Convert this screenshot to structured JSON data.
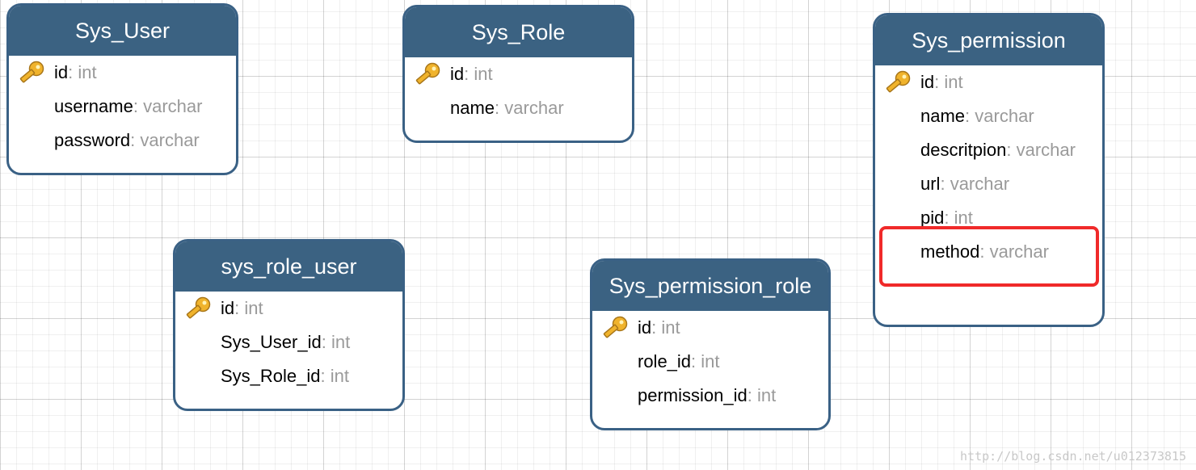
{
  "tables": {
    "sys_user": {
      "title": "Sys_User",
      "fields": [
        {
          "name": "id",
          "sep": ": ",
          "type": "int",
          "pk": true
        },
        {
          "name": "username",
          "sep": ": ",
          "type": "varchar",
          "pk": false
        },
        {
          "name": "password",
          "sep": ": ",
          "type": "varchar",
          "pk": false
        }
      ]
    },
    "sys_role": {
      "title": "Sys_Role",
      "fields": [
        {
          "name": "id",
          "sep": ": ",
          "type": "int",
          "pk": true
        },
        {
          "name": "name",
          "sep": ": ",
          "type": "varchar",
          "pk": false
        }
      ]
    },
    "sys_permission": {
      "title": "Sys_permission",
      "fields": [
        {
          "name": "id",
          "sep": ": ",
          "type": "int",
          "pk": true
        },
        {
          "name": "name",
          "sep": ": ",
          "type": "varchar",
          "pk": false
        },
        {
          "name": "descritpion",
          "sep": ": ",
          "type": "varchar",
          "pk": false
        },
        {
          "name": "url",
          "sep": ": ",
          "type": "varchar",
          "pk": false
        },
        {
          "name": "pid",
          "sep": ": ",
          "type": "int",
          "pk": false
        },
        {
          "name": "method",
          "sep": ": ",
          "type": "varchar",
          "pk": false
        }
      ]
    },
    "sys_role_user": {
      "title": "sys_role_user",
      "fields": [
        {
          "name": "id",
          "sep": ": ",
          "type": "int",
          "pk": true
        },
        {
          "name": "Sys_User_id",
          "sep": ": ",
          "type": "int",
          "pk": false
        },
        {
          "name": "Sys_Role_id",
          "sep": ": ",
          "type": "int",
          "pk": false
        }
      ]
    },
    "sys_permission_role": {
      "title": "Sys_permission_role",
      "fields": [
        {
          "name": "id",
          "sep": ": ",
          "type": "int",
          "pk": true
        },
        {
          "name": "role_id",
          "sep": ": ",
          "type": "int",
          "pk": false
        },
        {
          "name": "permission_id",
          "sep": ": ",
          "type": "int",
          "pk": false
        }
      ]
    }
  },
  "icons": {
    "primary_key": "key-icon"
  },
  "colors": {
    "header_bg": "#3b6282",
    "border": "#3a6185",
    "highlight": "#f02a2a",
    "type_text": "#9a9a9a"
  },
  "watermark": "http://blog.csdn.net/u012373815"
}
